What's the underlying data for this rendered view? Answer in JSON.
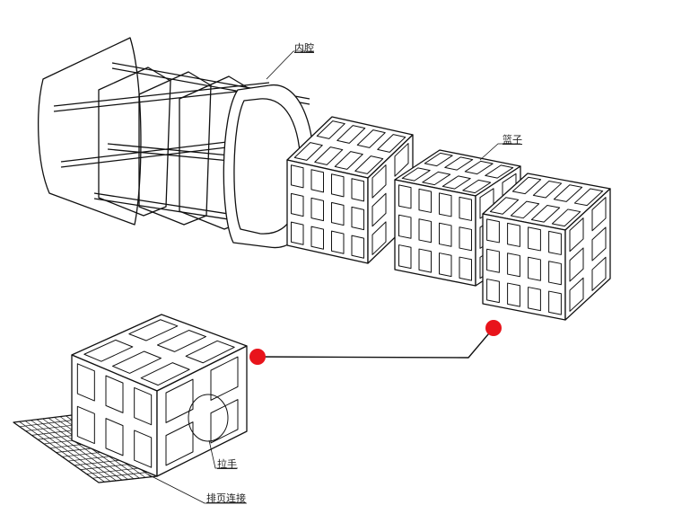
{
  "labels": {
    "inner_cavity": "内腔",
    "basket": "篮子",
    "handle": "拉手",
    "mesh_connection": "排页连接"
  },
  "colors": {
    "line": "#111111",
    "marker": "#e8141b"
  }
}
